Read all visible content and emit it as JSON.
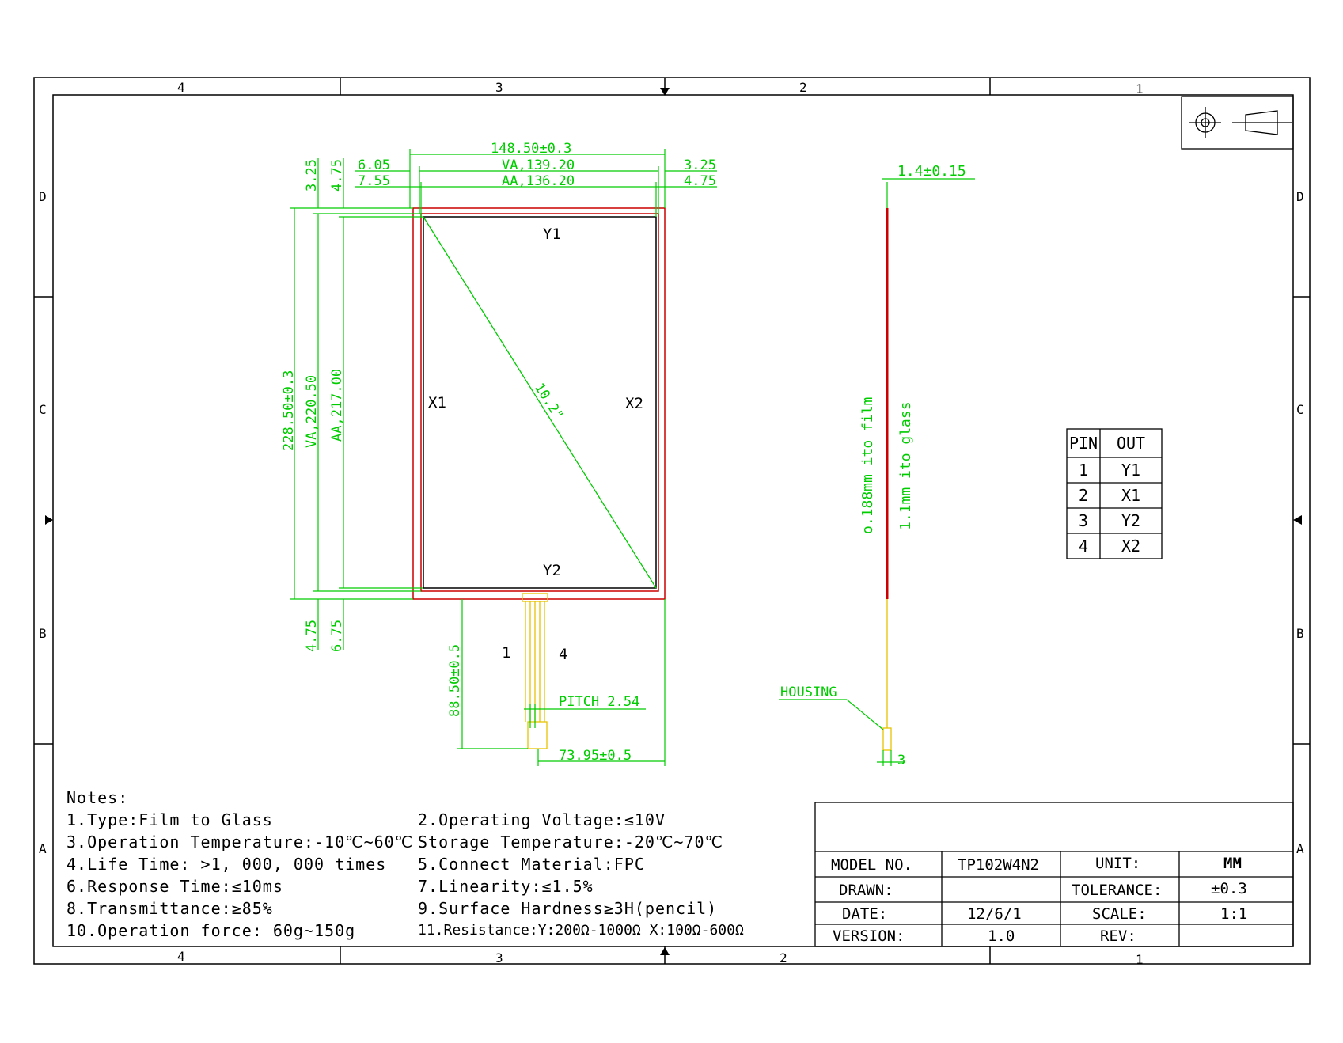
{
  "frame": {
    "zone_numbers_top": [
      "4",
      "3",
      "2",
      "1"
    ],
    "zone_numbers_bottom": [
      "4",
      "3",
      "2",
      "1"
    ],
    "zone_letters_left": [
      "D",
      "C",
      "B",
      "A"
    ],
    "zone_letters_right": [
      "D",
      "C",
      "B",
      "A"
    ]
  },
  "front_view": {
    "dim_width_overall": "148.50±0.3",
    "dim_width_va": "VA,139.20",
    "dim_width_aa": "AA,136.20",
    "dim_left_top": "6.05",
    "dim_left_bottom": "7.55",
    "dim_right_top": "3.25",
    "dim_right_bottom": "4.75",
    "dim_top_a": "3.25",
    "dim_top_b": "4.75",
    "dim_height_overall": "228.50±0.3",
    "dim_height_va": "VA,220.50",
    "dim_height_aa": "AA,217.00",
    "dim_bottom_a": "4.75",
    "dim_bottom_b": "6.75",
    "diagonal": "10.2\"",
    "label_y1": "Y1",
    "label_y2": "Y2",
    "label_x1": "X1",
    "label_x2": "X2",
    "tail_pin_left": "1",
    "tail_pin_right": "4",
    "pitch": "PITCH 2.54",
    "tail_length": "88.50±0.5",
    "tail_offset": "73.95±0.5"
  },
  "side_view": {
    "thickness": "1.4±0.15",
    "film": "o.188mm ito film",
    "glass": "1.1mm ito glass",
    "housing": "HOUSING",
    "housing_dim": "3"
  },
  "pin_table": {
    "headers": [
      "PIN",
      "OUT"
    ],
    "rows": [
      [
        "1",
        "Y1"
      ],
      [
        "2",
        "X1"
      ],
      [
        "3",
        "Y2"
      ],
      [
        "4",
        "X2"
      ]
    ]
  },
  "notes": {
    "title": "Notes:",
    "left": [
      "1.Type:Film to Glass",
      "3.Operation Temperature:-10℃~60℃",
      "4.Life Time: >1, 000, 000 times",
      "6.Response Time:≤10ms",
      "8.Transmittance:≥85%",
      "10.Operation force: 60g~150g"
    ],
    "right": [
      "2.Operating Voltage:≤10V",
      "Storage Temperature:-20℃~70℃",
      "5.Connect Material:FPC",
      "7.Linearity:≤1.5%",
      "9.Surface Hardness≥3H(pencil)",
      "11.Resistance:Y:200Ω-1000Ω X:100Ω-600Ω"
    ]
  },
  "title_block": {
    "model_label": "MODEL NO.",
    "model_value": "TP102W4N2",
    "unit_label": "UNIT:",
    "unit_value": "MM",
    "drawn_label": "DRAWN:",
    "drawn_value": "",
    "tolerance_label": "TOLERANCE:",
    "tolerance_value": "±0.3",
    "date_label": "DATE:",
    "date_value": "12/6/1",
    "scale_label": "SCALE:",
    "scale_value": "1:1",
    "version_label": "VERSION:",
    "version_value": "1.0",
    "rev_label": "REV:",
    "rev_value": ""
  },
  "colors": {
    "dimension": "#00cc00",
    "panel_outline": "#cc0000",
    "fpc": "#e6c200",
    "line": "#000000"
  }
}
